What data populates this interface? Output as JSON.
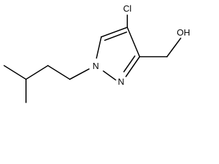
{
  "molecule": {
    "atoms": {
      "chlorine": "Cl",
      "hydroxyl": "OH",
      "ring_nitrogen_1": "N",
      "ring_nitrogen_2": "N"
    },
    "colors": {
      "bond": "#000000",
      "label": "#000000",
      "background": "#ffffff"
    }
  }
}
